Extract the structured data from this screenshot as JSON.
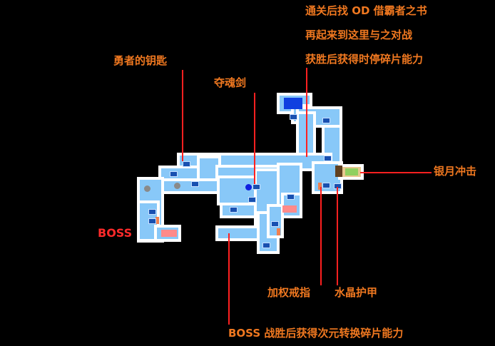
{
  "annotations": {
    "top_note_line1": "通关后找 OD 借霸者之书",
    "top_note_line2": "再起来到这里与之对战",
    "top_note_line3": "获胜后获得时停碎片能力",
    "hero_key": "勇者的钥匙",
    "soul_sword": "夺魂剑",
    "silver_moon": "银月冲击",
    "boss_left": "BOSS",
    "power_ring": "加权戒指",
    "crystal_armor": "水晶护甲",
    "bottom_note": "BOSS 战胜后获得次元转换碎片能力"
  },
  "colors": {
    "background": "#000000",
    "room_fill": "#88c8f8",
    "room_border": "#ffffff",
    "label_orange": "#f07820",
    "label_red": "#ff2a2a",
    "pointer_line": "#ff2020",
    "boss_room": "#ff8a8a",
    "chest_blue": "#1850b0",
    "player_marker": "#1020e0"
  },
  "map": {
    "legend_icons": [
      "treasure-chest-icon",
      "warp-orb-icon",
      "player-marker-icon",
      "door-icon",
      "boss-room-icon"
    ]
  }
}
